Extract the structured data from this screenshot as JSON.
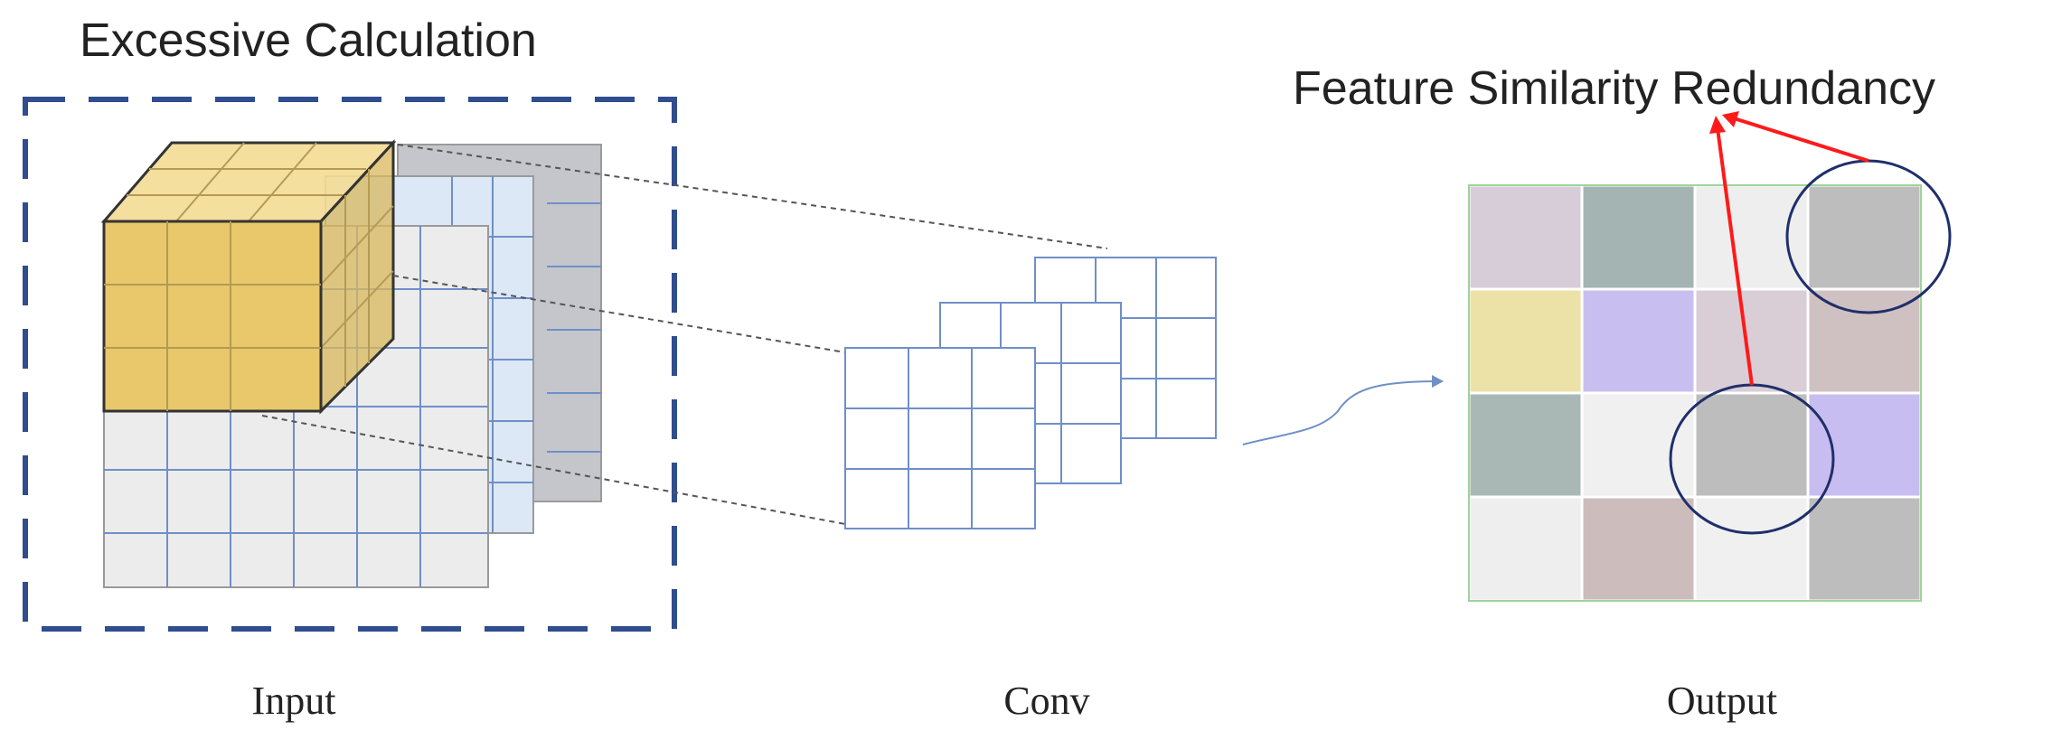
{
  "annotations": {
    "excessive_calculation": "Excessive Calculation",
    "feature_similarity_redundancy": "Feature Similarity Redundancy"
  },
  "stages": {
    "input": "Input",
    "conv": "Conv",
    "output": "Output"
  },
  "colors": {
    "dashed_box": "#2f4d8f",
    "cube_fill": "#e8c86a",
    "cube_edge": "#333333",
    "grid_line": "#6f8fc8",
    "highlight_circle": "#1f2f6b",
    "arrow": "#ff1a1a",
    "output_border": "#9fd39a"
  },
  "output_grid": {
    "rows": 4,
    "cols": 4,
    "cells": [
      [
        "#d7cdd9",
        "#a4b4b2",
        "#eeeeee",
        "#bdbdbd"
      ],
      [
        "#ece2a8",
        "#c8bff0",
        "#d9cdd6",
        "#cfc1c1"
      ],
      [
        "#a9b8b5",
        "#f0f0f0",
        "#bdbdbd",
        "#c8bdf0"
      ],
      [
        "#eeeeee",
        "#cdbcbc",
        "#f0f0f0",
        "#bdbdbd"
      ]
    ],
    "similar_cells_circled": [
      [
        0,
        3
      ],
      [
        2,
        2
      ]
    ]
  }
}
